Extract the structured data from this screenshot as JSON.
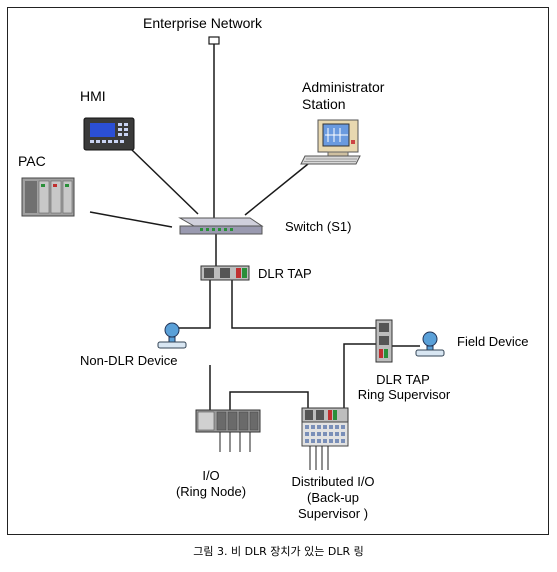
{
  "labels": {
    "enterprise_network": "Enterprise Network",
    "hmi": "HMI",
    "admin_station_line1": "Administrator",
    "admin_station_line2": "Station",
    "pac": "PAC",
    "switch": "Switch (S1)",
    "dlr_tap": "DLR TAP",
    "non_dlr_device": "Non-DLR Device",
    "field_device": "Field Device",
    "dlr_tap_ring_supervisor_line1": "DLR TAP",
    "dlr_tap_ring_supervisor_line2": "Ring Supervisor",
    "io_line1": "I/O",
    "io_line2": "(Ring Node)",
    "distributed_io_line1": "Distributed I/O",
    "distributed_io_line2": "(Back-up",
    "distributed_io_line3": "Supervisor )"
  },
  "caption": "그림 3. 비 DLR 장치가 있는 DLR 링",
  "colors": {
    "line": "#1a1a1a",
    "device_grey": "#9a9a9a",
    "hmi_body": "#3a3a3a",
    "screen_blue": "#2b4fd6",
    "monitor_beige": "#e8d8b0",
    "instrument_blue": "#5aa0d8"
  }
}
